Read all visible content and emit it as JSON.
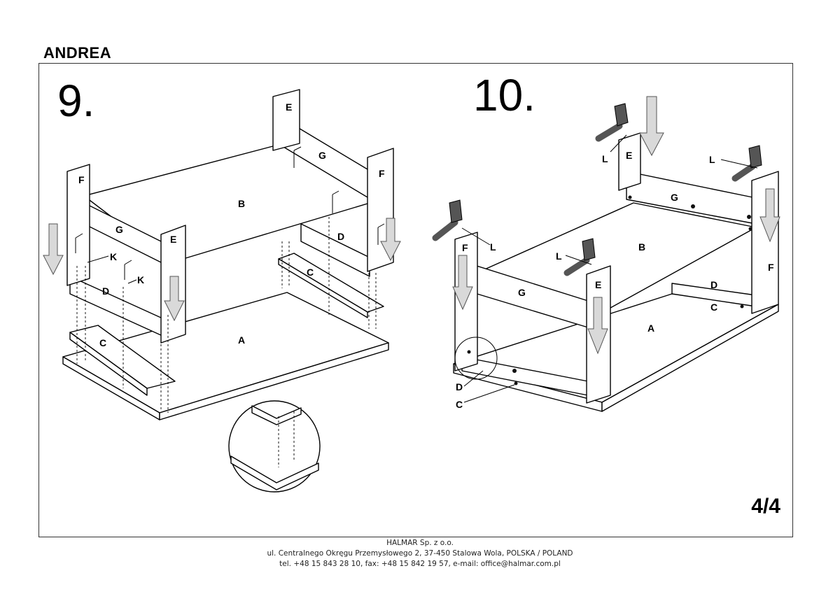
{
  "document": {
    "title": "ANDREA",
    "page_number": "4/4"
  },
  "steps": [
    {
      "number": "9.",
      "labels": {
        "A": "A",
        "B": "B",
        "C1": "C",
        "C2": "C",
        "D1": "D",
        "D2": "D",
        "E1": "E",
        "E2": "E",
        "F": "F",
        "G1": "G",
        "G2": "G",
        "K1": "K",
        "K2": "K"
      }
    },
    {
      "number": "10.",
      "labels": {
        "A": "A",
        "B": "B",
        "C1": "C",
        "C2": "C",
        "D1": "D",
        "D2": "D",
        "E1": "E",
        "E2": "E",
        "F1": "F",
        "F2": "F",
        "G1": "G",
        "G2": "G",
        "L1": "L",
        "L2": "L",
        "L3": "L",
        "L4": "L"
      }
    }
  ],
  "footer": {
    "company": "HALMAR Sp. z o.o.",
    "address": "ul. Centralnego Okręgu Przemysłowego 2, 37-450 Stalowa Wola, POLSKA / POLAND",
    "contact": "tel. +48 15 843 28 10, fax: +48 15 842 19 57, e-mail: office@halmar.com.pl"
  }
}
